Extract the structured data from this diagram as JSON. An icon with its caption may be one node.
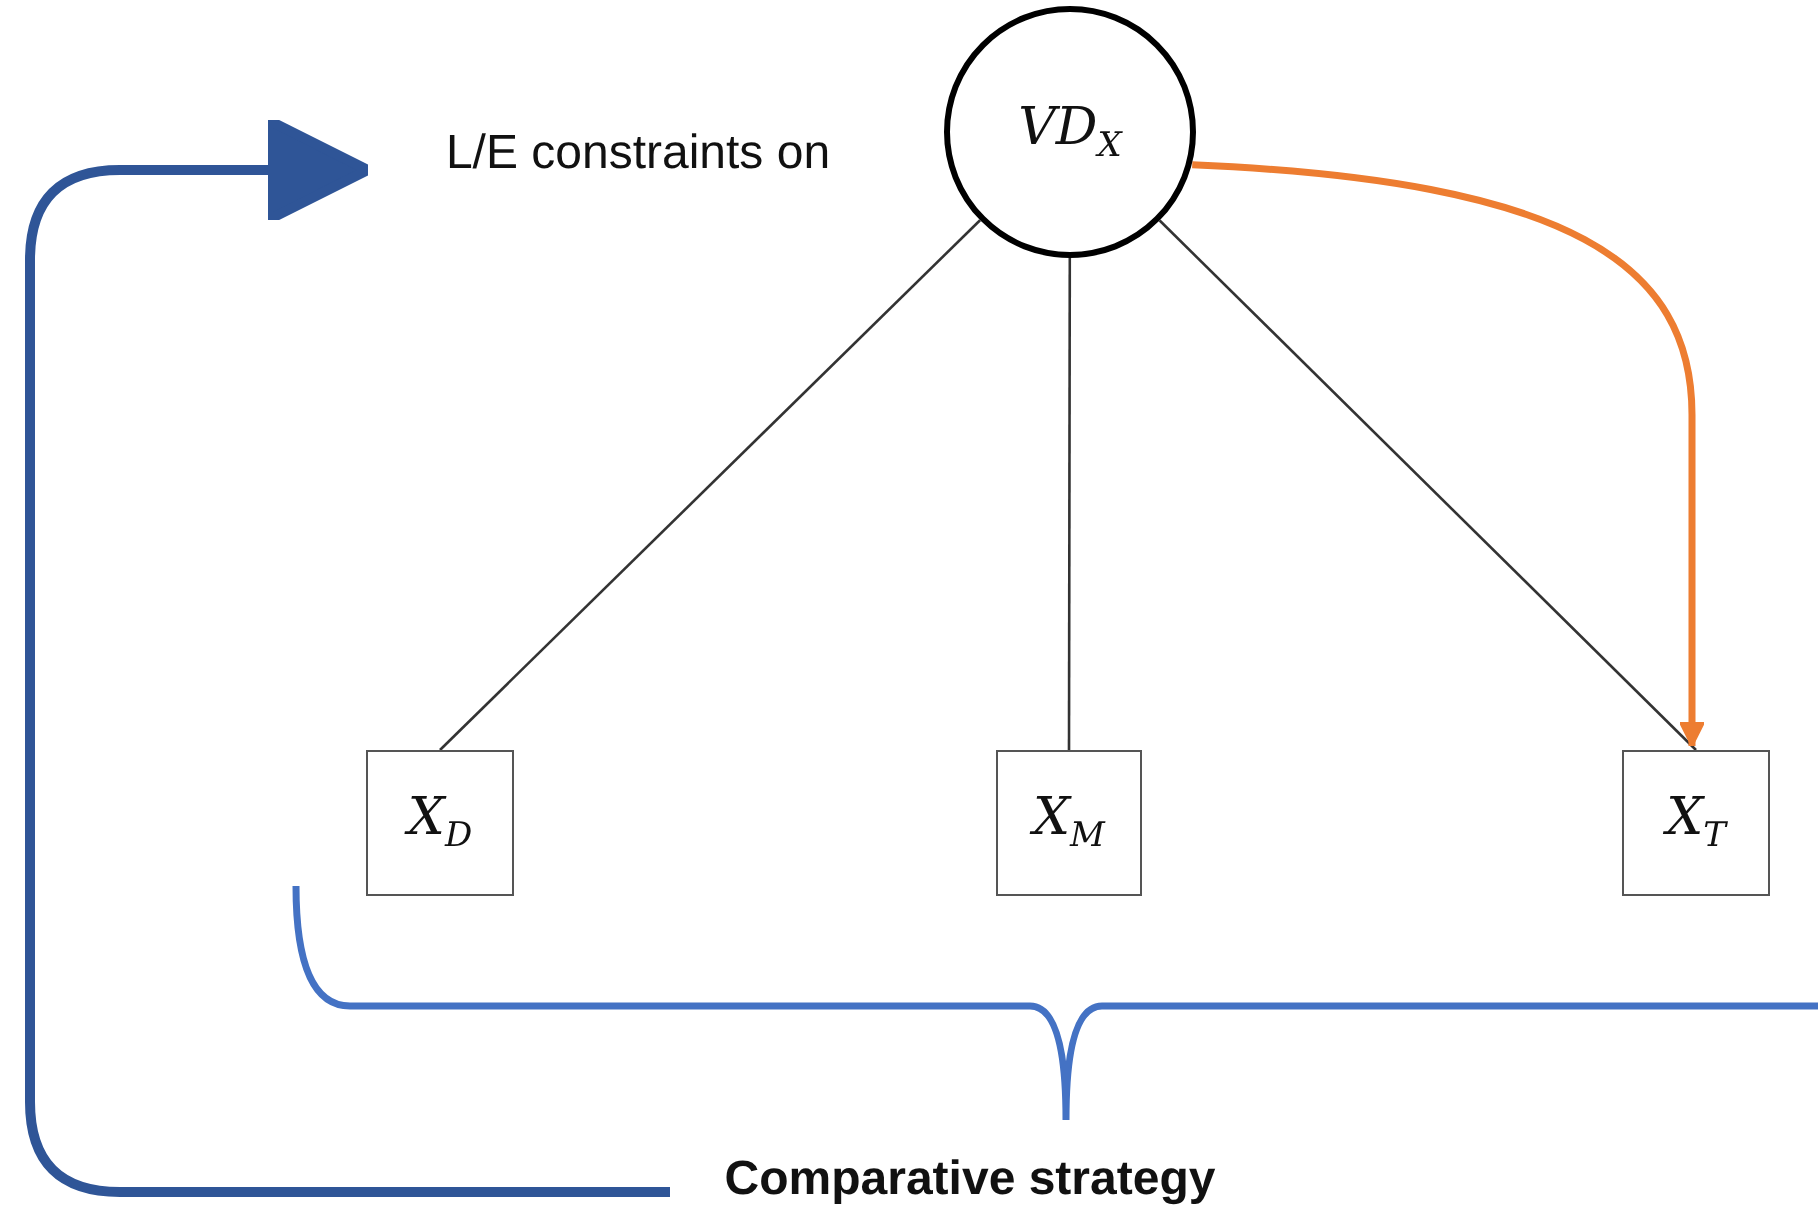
{
  "diagram": {
    "nodes": [
      {
        "text": [
          "L/E constraints on"
        ]
      },
      {
        "text": [
          "VD$_{X}$"
        ]
      },
      {
        "text": [
          "X$_{D}$"
        ]
      },
      {
        "text": [
          "X$_{M}$"
        ]
      },
      {
        "text": [
          "X$_{T}$"
        ]
      },
      {
        "text": [
          "Comparative strategy"
        ]
      }
    ],
    "edges": [
      {
        "from": 1,
        "to": 2,
        "arrow": "none"
      },
      {
        "from": 1,
        "to": 3,
        "arrow": "none"
      },
      {
        "from": 1,
        "to": 4,
        "arrow": "none"
      },
      {
        "from": 1,
        "to": 4,
        "arrow": "to",
        "style": "thick",
        "color": "#ed7d31"
      },
      {
        "from": 5,
        "to": 0,
        "arrow": "to",
        "style": "thick",
        "color": "#2f5597"
      }
    ]
  }
}
